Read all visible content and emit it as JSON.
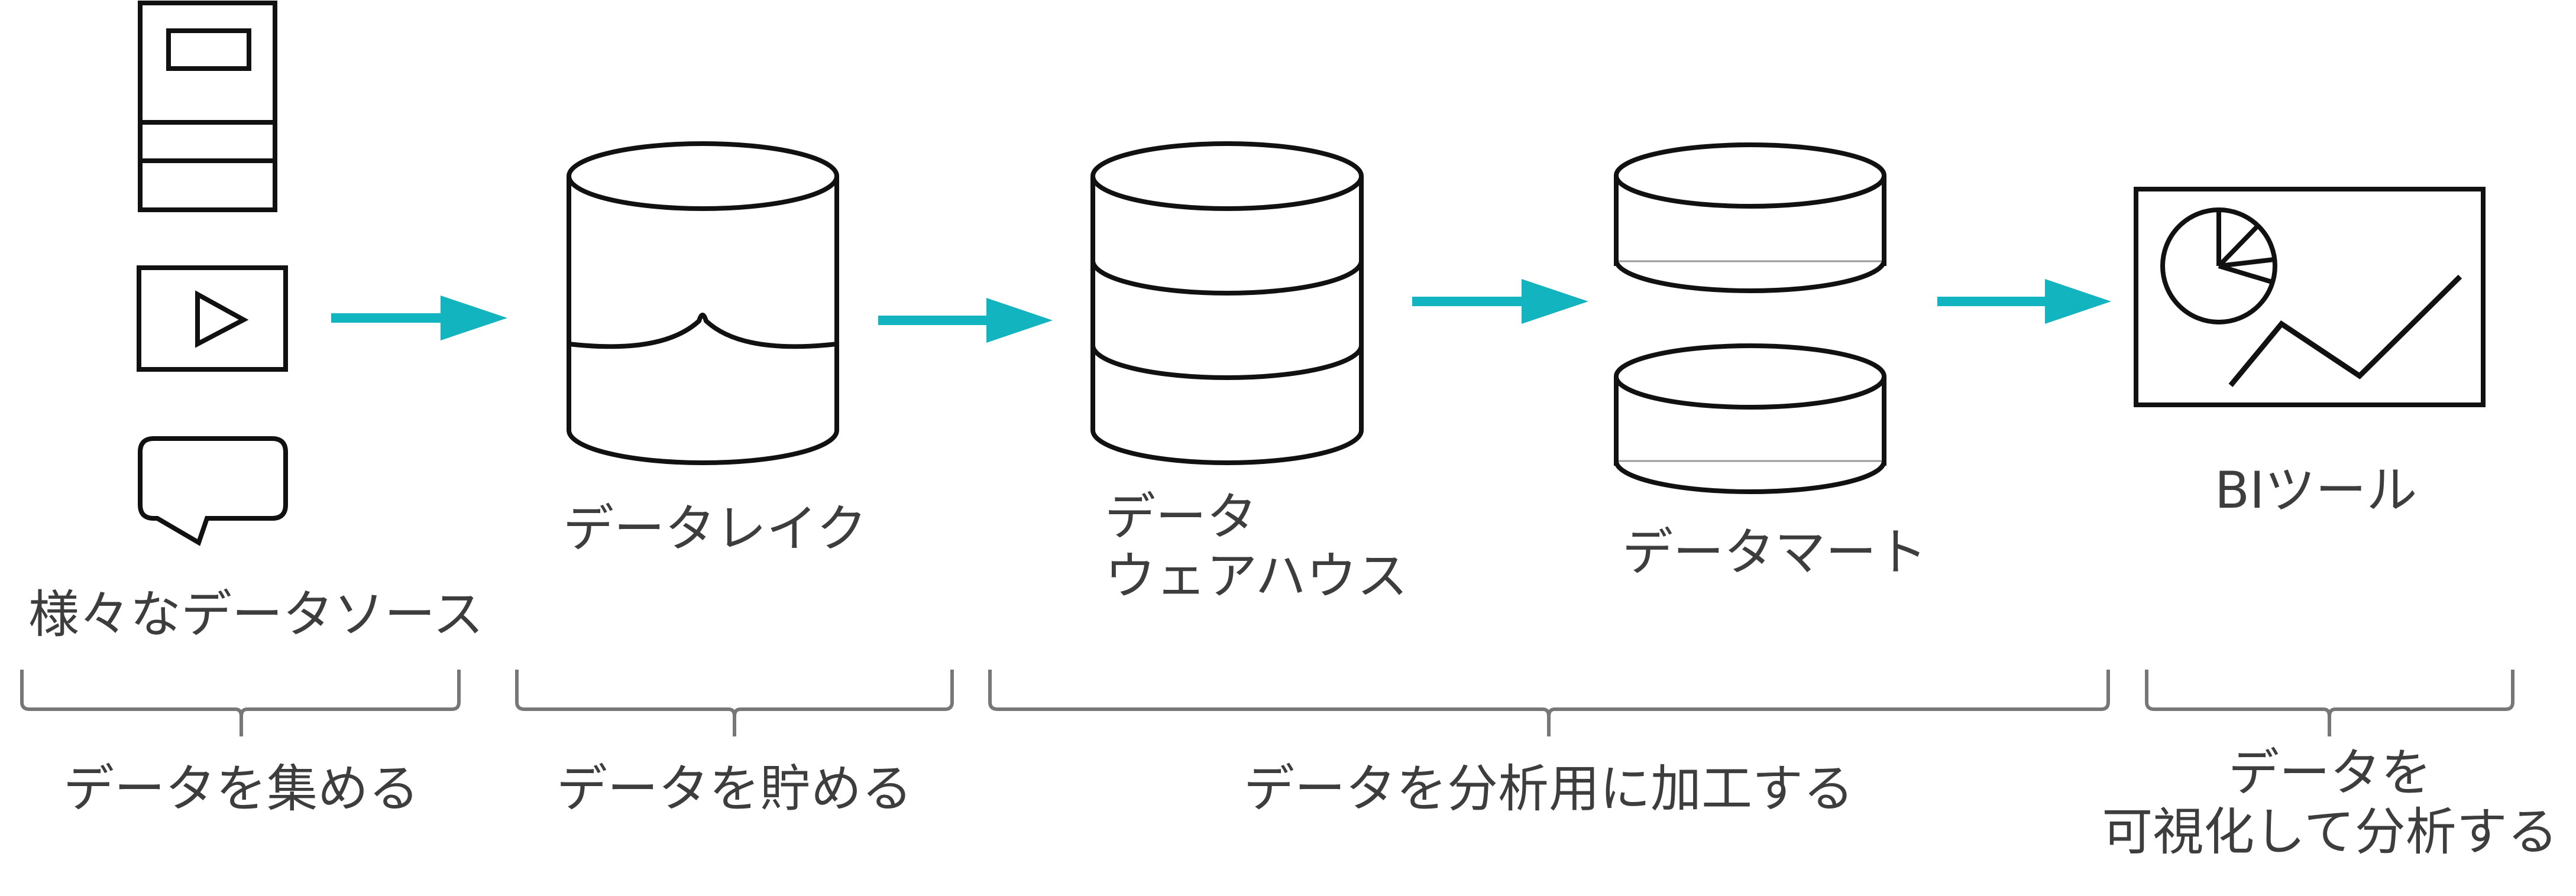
{
  "nodes": {
    "sources": "様々なデータソース",
    "lake": "データレイク",
    "warehouse": [
      "データ",
      "ウェアハウス"
    ],
    "mart": "データマート",
    "bi": "BIツール"
  },
  "stages": {
    "collect": "データを集める",
    "store": "データを貯める",
    "process": "データを分析用に加工する",
    "visualize": [
      "データを",
      "可視化して分析する"
    ]
  },
  "colors": {
    "arrow": "#12b5bf",
    "stroke": "#111111",
    "bracket": "#777777",
    "text": "#3d3d3d"
  }
}
